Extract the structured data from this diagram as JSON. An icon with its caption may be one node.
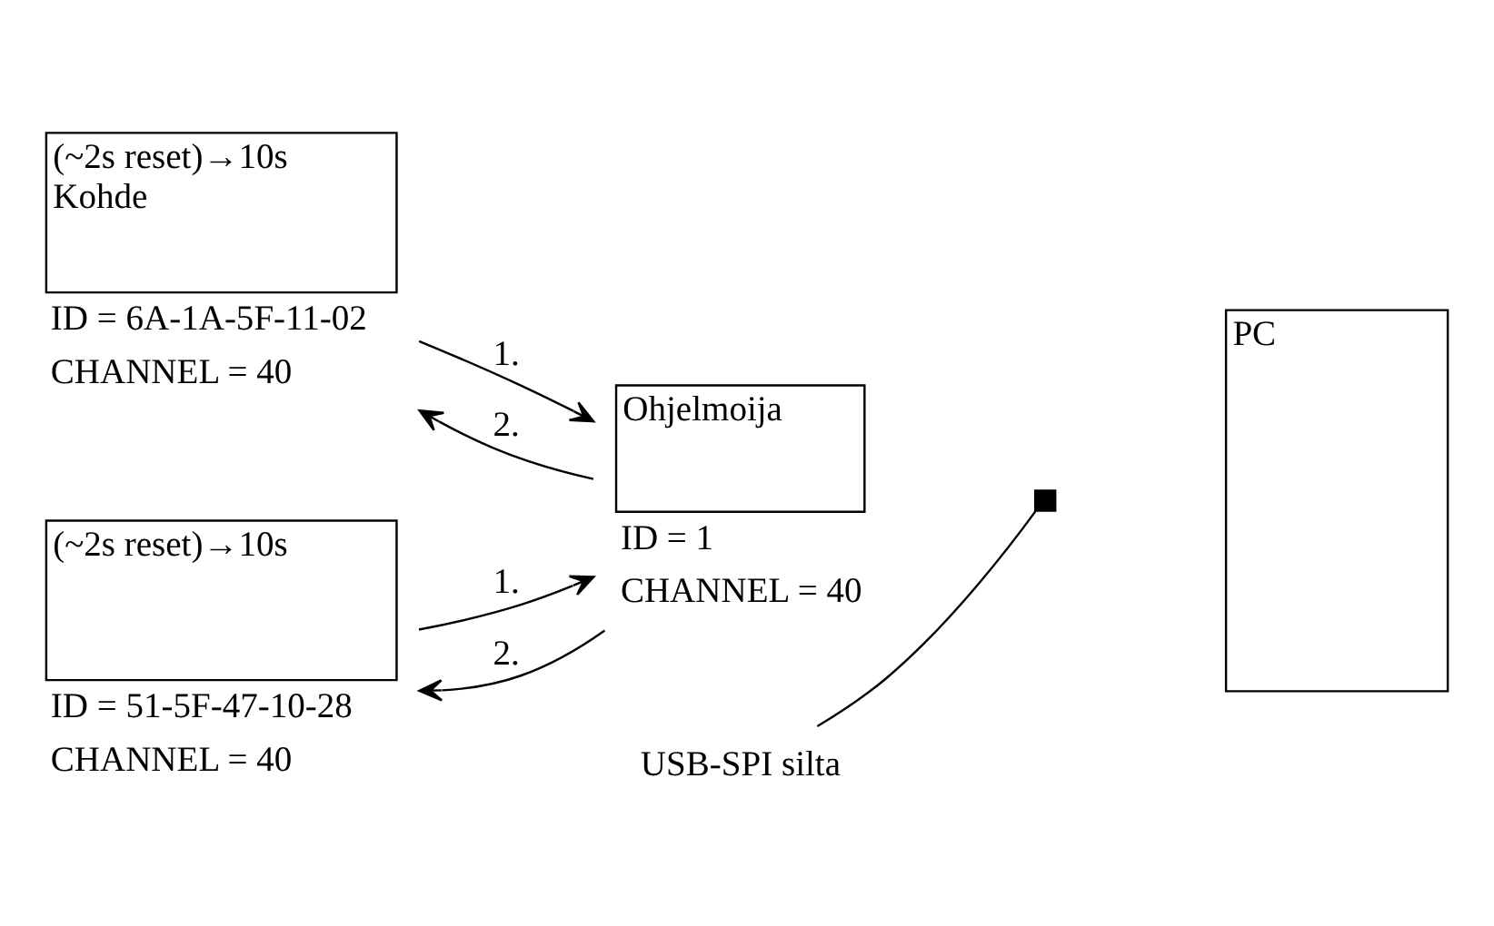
{
  "diagram": {
    "nodes": [
      {
        "text": [
          "(~2s reset)→10s",
          "Kohde"
        ],
        "beside": [
          "ID = 6A-1A-5F-11-02",
          "CHANNEL = 40"
        ]
      },
      {
        "text": [
          "USB-SPI silta"
        ]
      },
      {
        "text": [
          "(~2s reset)→10s"
        ],
        "beside": [
          "ID = 51-5F-47-10-28",
          "CHANNEL = 40"
        ]
      },
      {
        "text": [
          "Ohjelmoija"
        ],
        "beside": [
          "ID = 1",
          "CHANNEL = 40"
        ]
      },
      {
        "text": [],
        "shape": "box"
      },
      {
        "text": [
          "PC"
        ]
      }
    ],
    "edges": [
      {
        "from": 0,
        "to": 3,
        "arrow": "to",
        "label": "1."
      },
      {
        "from": 3,
        "to": 0,
        "arrow": "to",
        "label": "2."
      },
      {
        "from": 2,
        "to": 3,
        "arrow": "to",
        "label": "1."
      },
      {
        "from": 3,
        "to": 2,
        "arrow": "to",
        "label": "2."
      },
      {
        "from": 1,
        "to": 4,
        "arrow": "none"
      }
    ]
  }
}
